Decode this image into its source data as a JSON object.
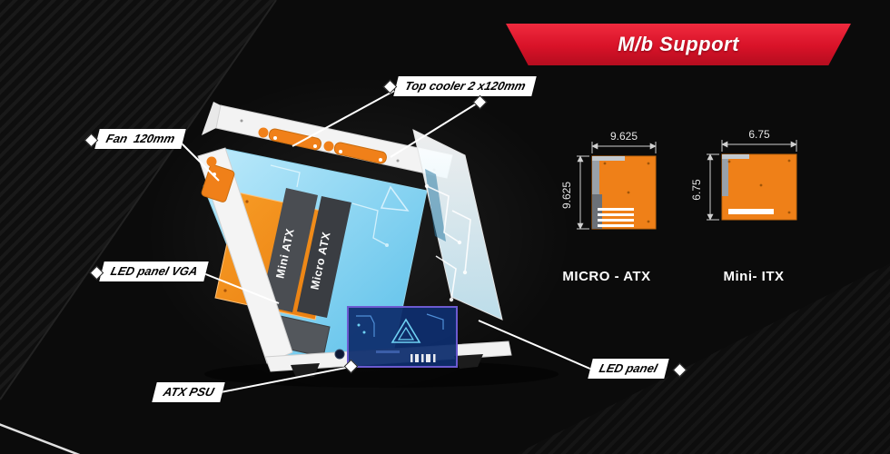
{
  "banner": {
    "title": "M/b Support"
  },
  "callouts": {
    "top_cooler": {
      "label": "Top cooler 2 x120mm"
    },
    "fan": {
      "label": "Fan  120mm"
    },
    "led_panel_vga": {
      "label": "LED panel VGA"
    },
    "atx_psu": {
      "label": "ATX PSU"
    },
    "led_panel": {
      "label": "LED panel"
    }
  },
  "case": {
    "tray_labels": {
      "mini_atx": "Mini ATX",
      "micro_atx": "Micro ATX"
    }
  },
  "mb_support": {
    "micro_atx": {
      "name": "MICRO - ATX",
      "width_in": "9.625",
      "height_in": "9.625"
    },
    "mini_itx": {
      "name": "Mini- ITX",
      "width_in": "6.75",
      "height_in": "6.75"
    }
  },
  "colors": {
    "accent_red": "#d81228",
    "board_orange": "#ef8018",
    "panel_blue": "#6fc9ec",
    "led_border_purple": "#6c5ad0"
  }
}
